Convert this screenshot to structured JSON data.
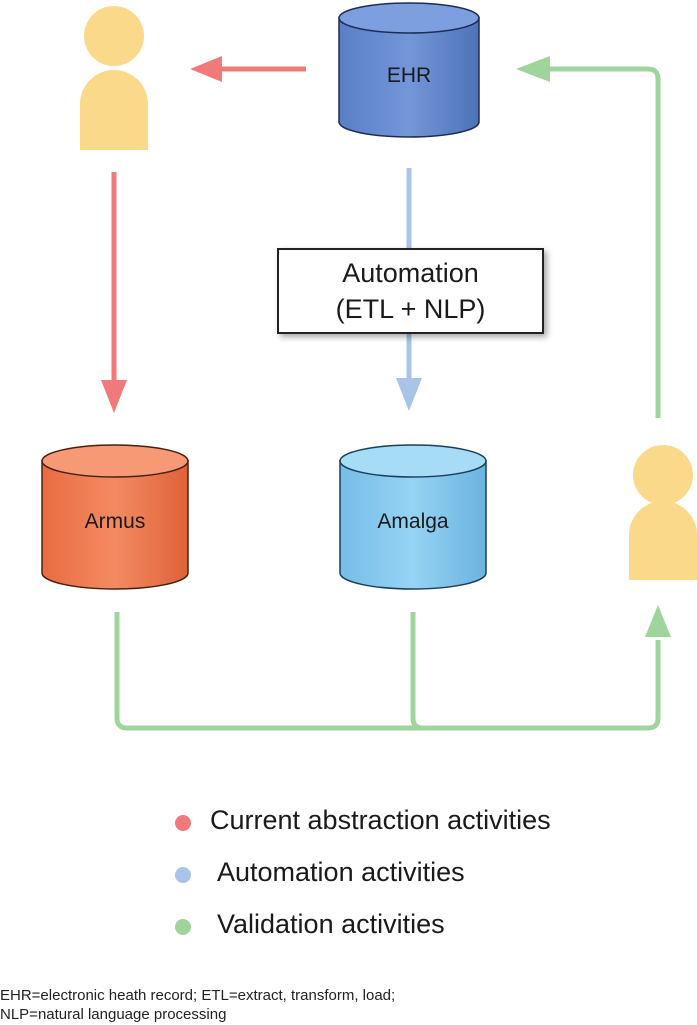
{
  "colors": {
    "current": "#f07a7a",
    "automation": "#a8c4e6",
    "validation": "#9fd49c",
    "person": "#fbd98a",
    "ehr": "#6b8fd1",
    "armus": "#ef7b52",
    "amalga": "#86c9ee"
  },
  "nodes": {
    "ehr": "EHR",
    "armus": "Armus",
    "amalga": "Amalga"
  },
  "automation_box": {
    "line1": "Automation",
    "line2": "(ETL + NLP)"
  },
  "legend": [
    {
      "label": "Current abstraction activities",
      "color": "#f07a7a"
    },
    {
      "label": "Automation activities",
      "color": "#a8c4e6"
    },
    {
      "label": "Validation activities",
      "color": "#9fd49c"
    }
  ],
  "footnote": {
    "line1": "EHR=electronic heath record; ETL=extract, transform, load;",
    "line2": "NLP=natural language processing"
  }
}
